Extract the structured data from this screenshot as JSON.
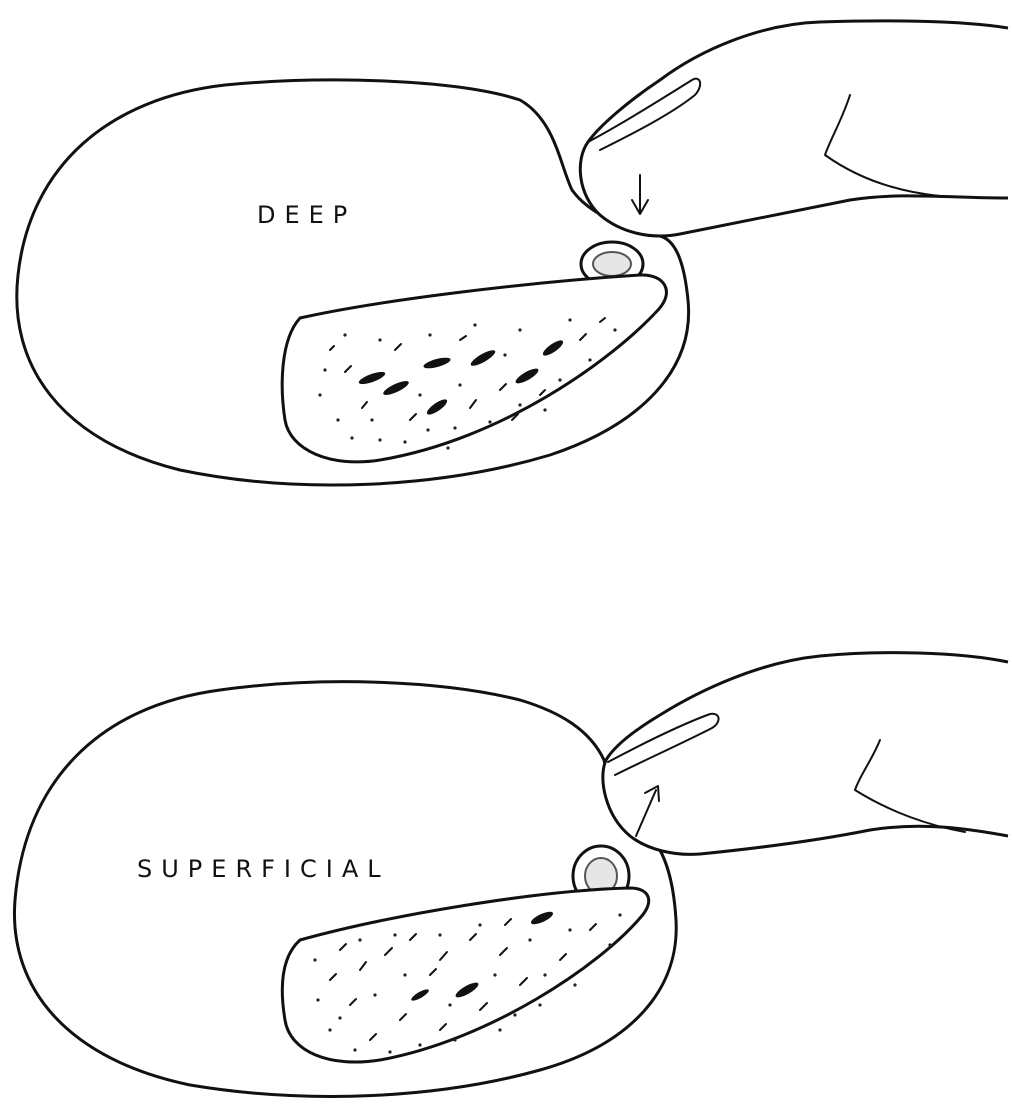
{
  "panels": [
    {
      "id": "deep",
      "label": "DEEP",
      "pressure_direction": "down"
    },
    {
      "id": "superficial",
      "label": "SUPERFICIAL",
      "pressure_direction": "up"
    }
  ],
  "colors": {
    "ink": "#111111",
    "paper": "#ffffff"
  }
}
